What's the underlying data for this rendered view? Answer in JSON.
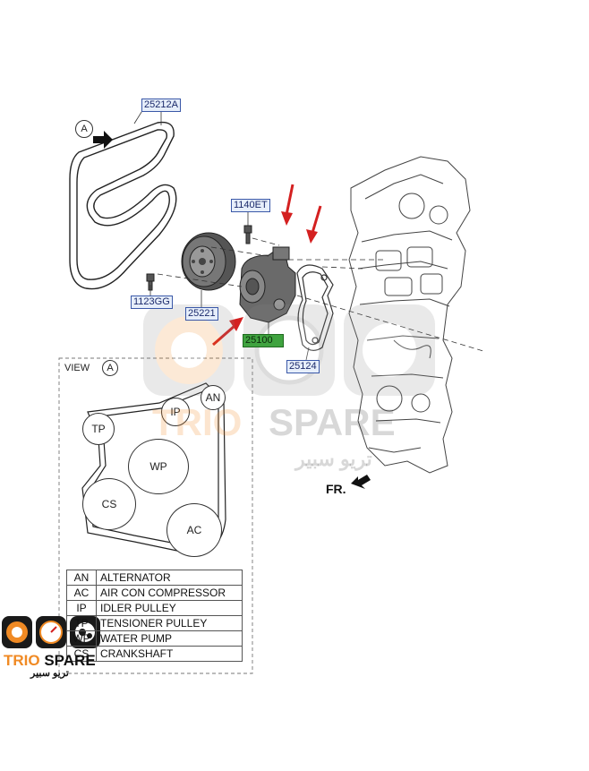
{
  "part_labels": {
    "belt": "25212A",
    "bolt_top": "1140ET",
    "bolt_pulley": "1123GG",
    "pulley": "25221",
    "water_pump": "25100",
    "gasket": "25124"
  },
  "view": {
    "title": "VIEW",
    "marker": "A"
  },
  "pulleys": {
    "an": "AN",
    "ip": "IP",
    "tp": "TP",
    "wp": "WP",
    "cs": "CS",
    "ac": "AC"
  },
  "legend": [
    {
      "code": "AN",
      "name": "ALTERNATOR"
    },
    {
      "code": "AC",
      "name": "AIR CON COMPRESSOR"
    },
    {
      "code": "IP",
      "name": "IDLER PULLEY"
    },
    {
      "code": "TP",
      "name": "TENSIONER PULLEY"
    },
    {
      "code": "WP",
      "name": "WATER PUMP"
    },
    {
      "code": "CS",
      "name": "CRANKSHAFT"
    }
  ],
  "front_label": "FR.",
  "watermark": {
    "name_part1": "TRIO",
    "name_part2": "SPARE",
    "arabic": "تريو سبير"
  },
  "logo": {
    "name_part1": "TRIO",
    "name_part2": "SPARE",
    "arabic": "تريو سبير"
  },
  "colors": {
    "accent_orange": "#f08a24",
    "label_blue": "#1b2a6b",
    "highlight_green": "#3fa33f",
    "arrow_red": "#d42020"
  }
}
